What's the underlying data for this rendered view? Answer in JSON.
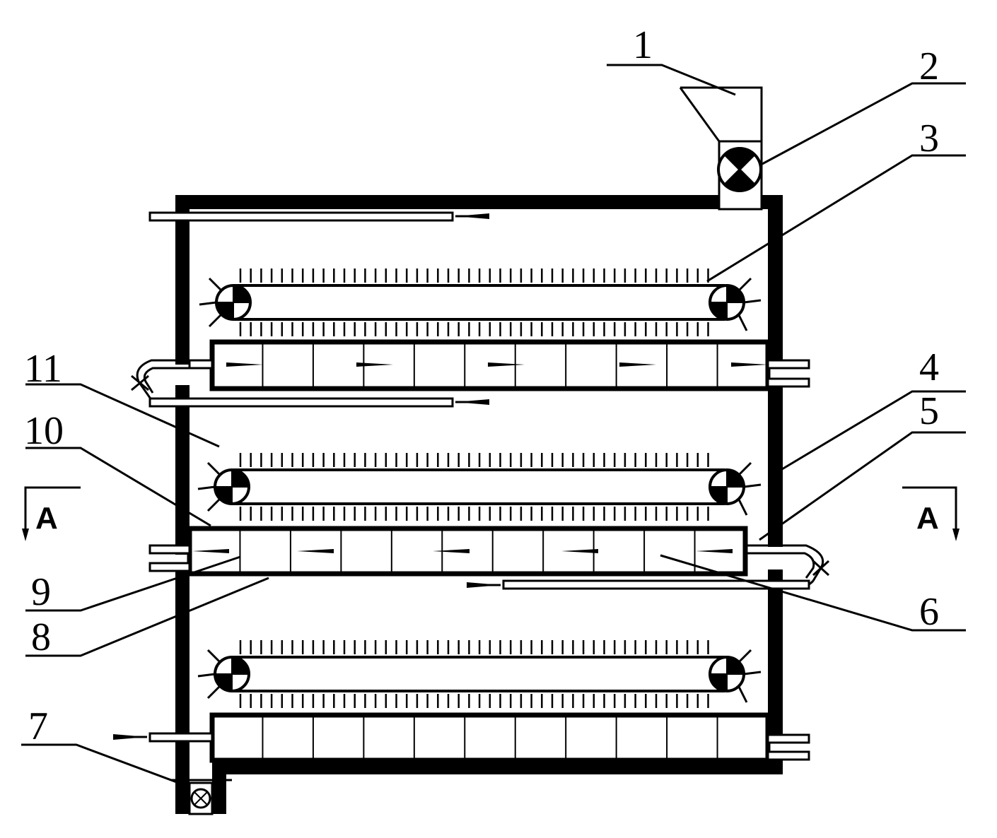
{
  "callouts": [
    {
      "id": "1",
      "label": "1"
    },
    {
      "id": "2",
      "label": "2"
    },
    {
      "id": "3",
      "label": "3"
    },
    {
      "id": "4",
      "label": "4"
    },
    {
      "id": "5",
      "label": "5"
    },
    {
      "id": "6",
      "label": "6"
    },
    {
      "id": "7",
      "label": "7"
    },
    {
      "id": "8",
      "label": "8"
    },
    {
      "id": "9",
      "label": "9"
    },
    {
      "id": "10",
      "label": "10"
    },
    {
      "id": "11",
      "label": "11"
    }
  ],
  "section_marks": {
    "left": "A",
    "right": "A"
  }
}
